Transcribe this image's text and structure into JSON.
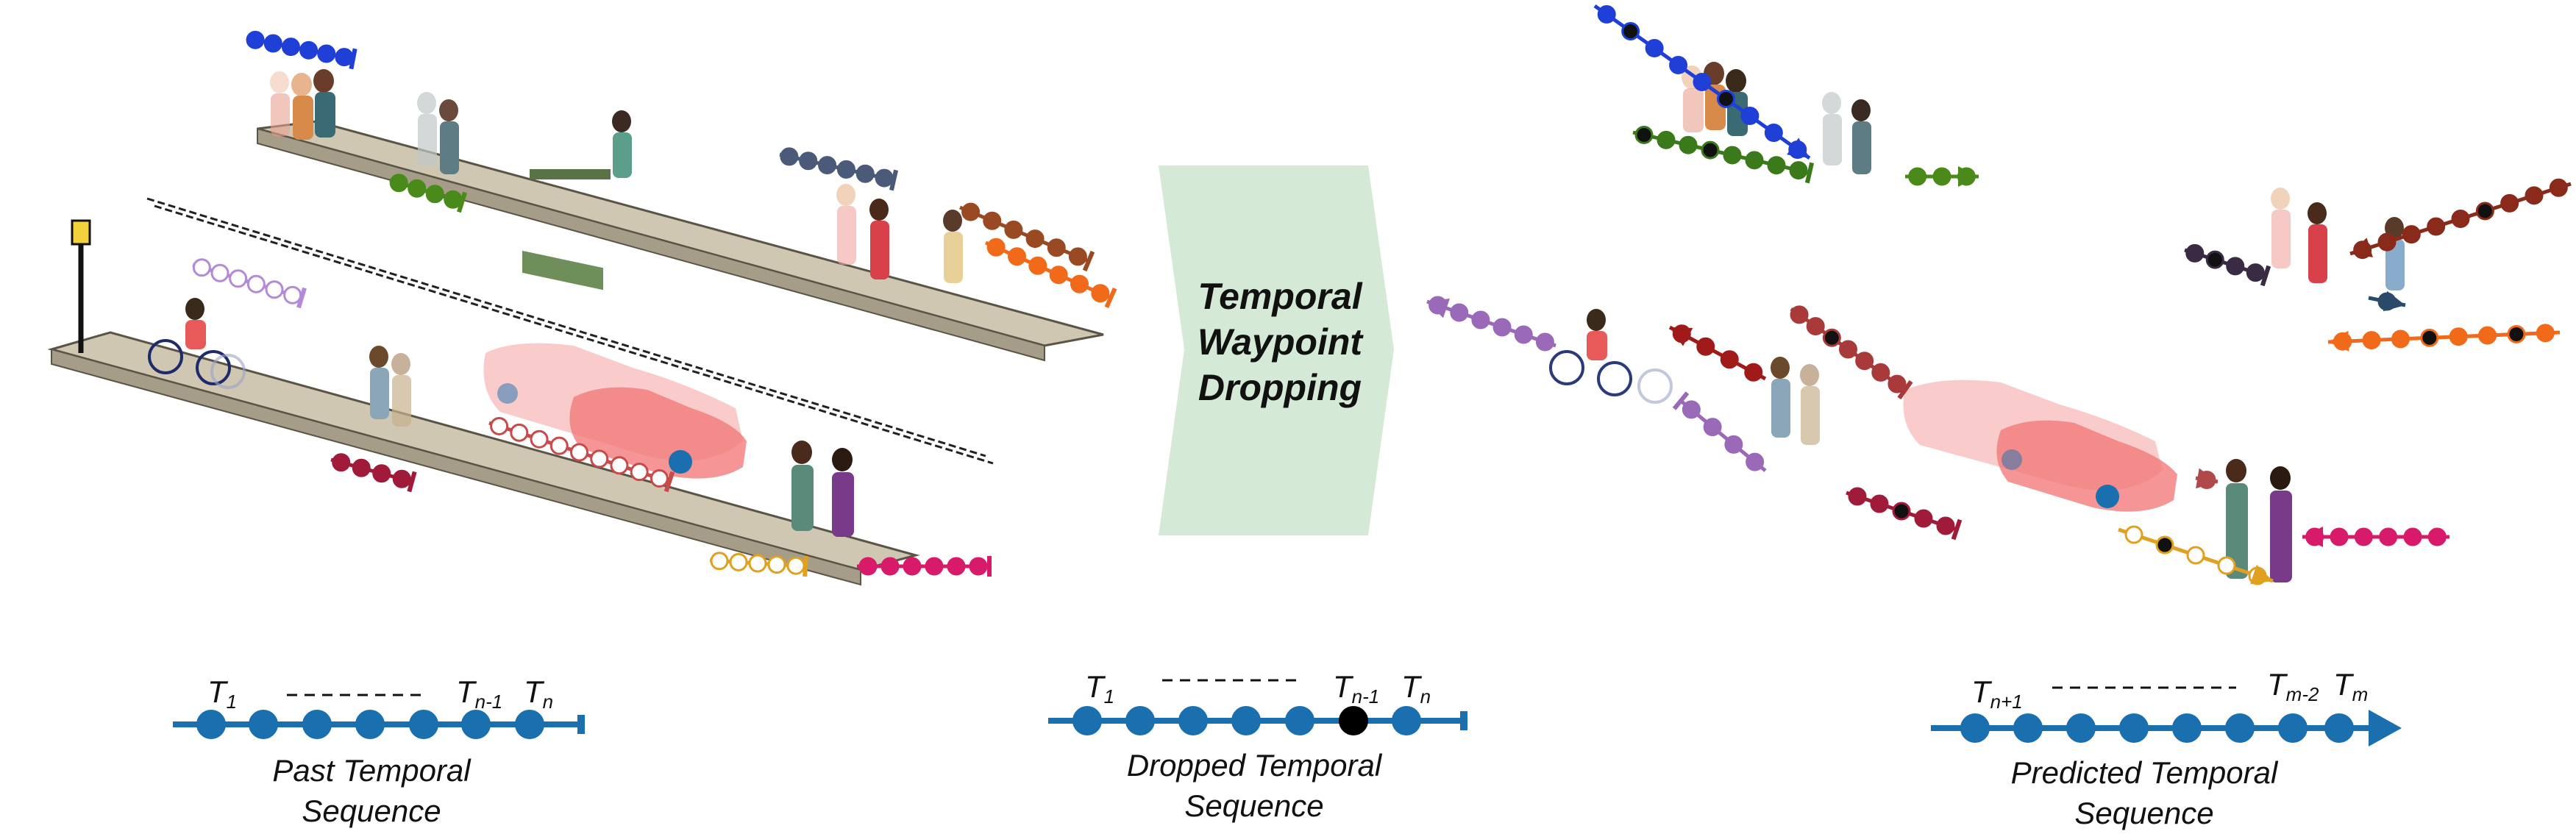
{
  "banner": {
    "line1": "Temporal",
    "line2": "Waypoint",
    "line3": "Dropping"
  },
  "past": {
    "caption_line1": "Past Temporal",
    "caption_line2": "Sequence",
    "t_first": "T",
    "t_first_sub": "1",
    "t_prev": "T",
    "t_prev_sub": "n-1",
    "t_last": "T",
    "t_last_sub": "n"
  },
  "dropped": {
    "caption_line1": "Dropped Temporal",
    "caption_line2": "Sequence",
    "t_first": "T",
    "t_first_sub": "1",
    "t_prev": "T",
    "t_prev_sub": "n-1",
    "t_last": "T",
    "t_last_sub": "n"
  },
  "predicted": {
    "caption_line1": "Predicted Temporal",
    "caption_line2": "Sequence",
    "t_first": "T",
    "t_first_sub": "n+1",
    "t_prev": "T",
    "t_prev_sub": "m-2",
    "t_last": "T",
    "t_last_sub": "m"
  },
  "colors": {
    "timeline": "#1a6fae",
    "dropped_node": "#000000",
    "banner_fill": "#d5ead6",
    "sidewalk": "#cfc7b2",
    "car": "#f4a0a0"
  }
}
